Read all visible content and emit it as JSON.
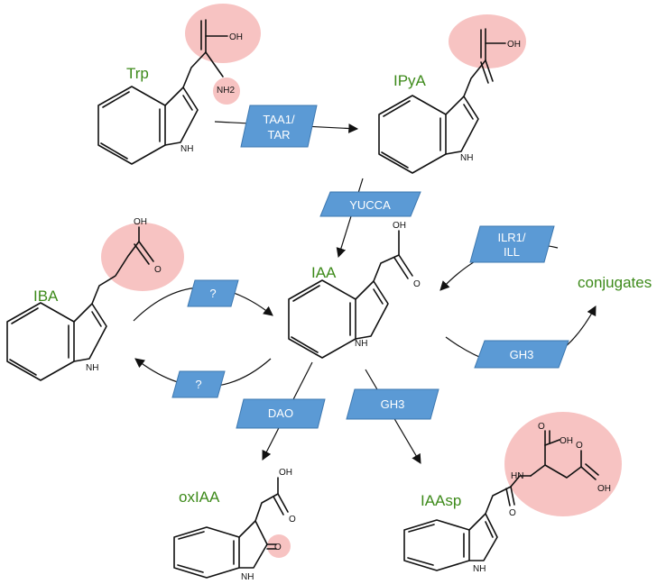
{
  "compounds": {
    "trp": "Trp",
    "ipya": "IPyA",
    "iaa": "IAA",
    "iba": "IBA",
    "oxiaa": "oxIAA",
    "iaasp": "IAAsp",
    "conjugates": "conjugates"
  },
  "enzymes": {
    "taa1_line1": "TAA1/",
    "taa1_line2": "TAR",
    "yucca": "YUCCA",
    "ilr1_line1": "ILR1/",
    "ilr1_line2": "ILL",
    "gh3_conj": "GH3",
    "unknown_to_iaa": "?",
    "unknown_to_iba": "?",
    "dao": "DAO",
    "gh3_asp": "GH3"
  },
  "atoms": {
    "oh": "OH",
    "nh": "NH",
    "nh2": "NH2",
    "hn": "HN",
    "o": "O"
  },
  "colors": {
    "label_green": "#3d8a1a",
    "enzyme_blue": "#5b9ad5",
    "highlight_pink": "#f4a9a8"
  }
}
